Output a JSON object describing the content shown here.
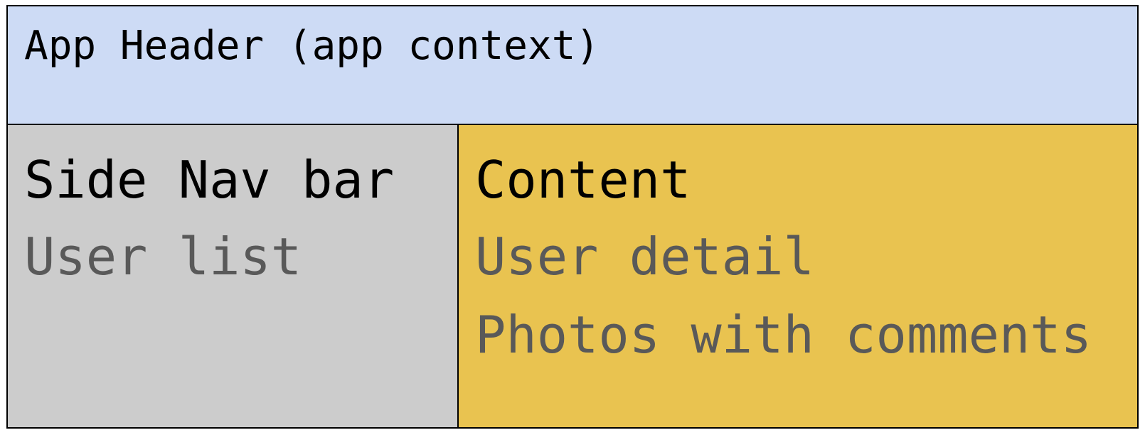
{
  "header": {
    "title": "App Header (app context)"
  },
  "sidenav": {
    "title": "Side Nav bar",
    "items": [
      "User list"
    ]
  },
  "content": {
    "title": "Content",
    "items": [
      "User detail",
      "Photos with comments"
    ]
  },
  "colors": {
    "header_bg": "#cddbf5",
    "sidenav_bg": "#cccccc",
    "content_bg": "#e9c350",
    "title_text": "#000000",
    "item_text": "#595959",
    "border": "#000000"
  }
}
